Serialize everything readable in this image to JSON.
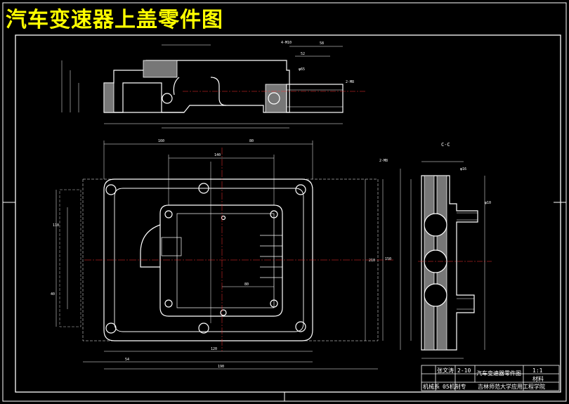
{
  "title": "汽车变速器上盖零件图",
  "drawing": {
    "section_label": "C-C",
    "top_view_dims": [
      "58",
      "52",
      "2-M8",
      "φ65",
      "4-M10"
    ],
    "plan_view_dims": [
      "160",
      "80",
      "140",
      "80",
      "54",
      "120",
      "110",
      "210",
      "190",
      "40",
      "150"
    ],
    "side_view_dims": [
      "2-M8",
      "φ16",
      "φ10"
    ]
  },
  "title_block": {
    "row1": [
      "张文涛",
      "2-10",
      "汽车变速器零件图",
      "1:1"
    ],
    "row2": [
      "",
      "",
      "",
      "材料"
    ],
    "row3": [
      "机械系",
      "05机制专",
      "吉林师范大学应用工程学院",
      ""
    ]
  },
  "colors": {
    "background": "#000000",
    "linework": "#ffffff",
    "title": "#ffff00",
    "dimension": "#00ffff",
    "centerline": "#ff3333"
  }
}
